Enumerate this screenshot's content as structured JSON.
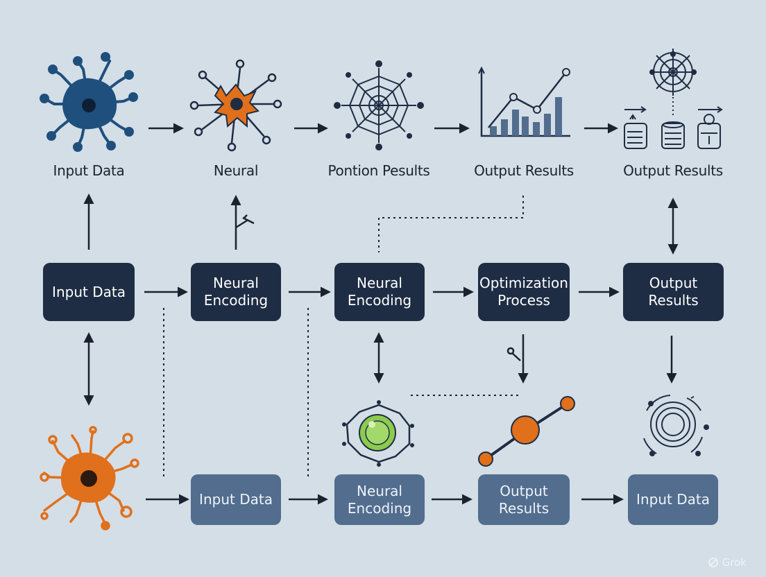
{
  "colors": {
    "background": "#d4dee6",
    "node_dark": "#1e2d44",
    "node_light": "#526d8e",
    "accent_blue": "#1f4f7d",
    "accent_orange": "#e0701b",
    "accent_green": "#8dcb4f",
    "line": "#1a2230"
  },
  "row1": {
    "labels": [
      "Input Data",
      "Neural",
      "Pontion Pesults",
      "Output Results",
      "Output Results"
    ],
    "icons": [
      "blue-neuron-icon",
      "orange-neuron-icon",
      "spider-web-icon",
      "bar-line-chart-icon",
      "wheel-and-databases-icon"
    ]
  },
  "row2": {
    "nodes": [
      "Input Data",
      "Neural\nEncoding",
      "Neural\nEncoding",
      "Optimization\nProcess",
      "Output Results"
    ]
  },
  "row3": {
    "icons": [
      "orange-neuron-icon",
      "green-cell-icon",
      "molecule-icon",
      "concentric-circles-icon"
    ],
    "nodes": [
      "Input Data",
      "Neural\nEncoding",
      "Output Results",
      "Input Data"
    ]
  },
  "watermark": {
    "text": "Grok",
    "icon": "grok-logo-icon"
  }
}
